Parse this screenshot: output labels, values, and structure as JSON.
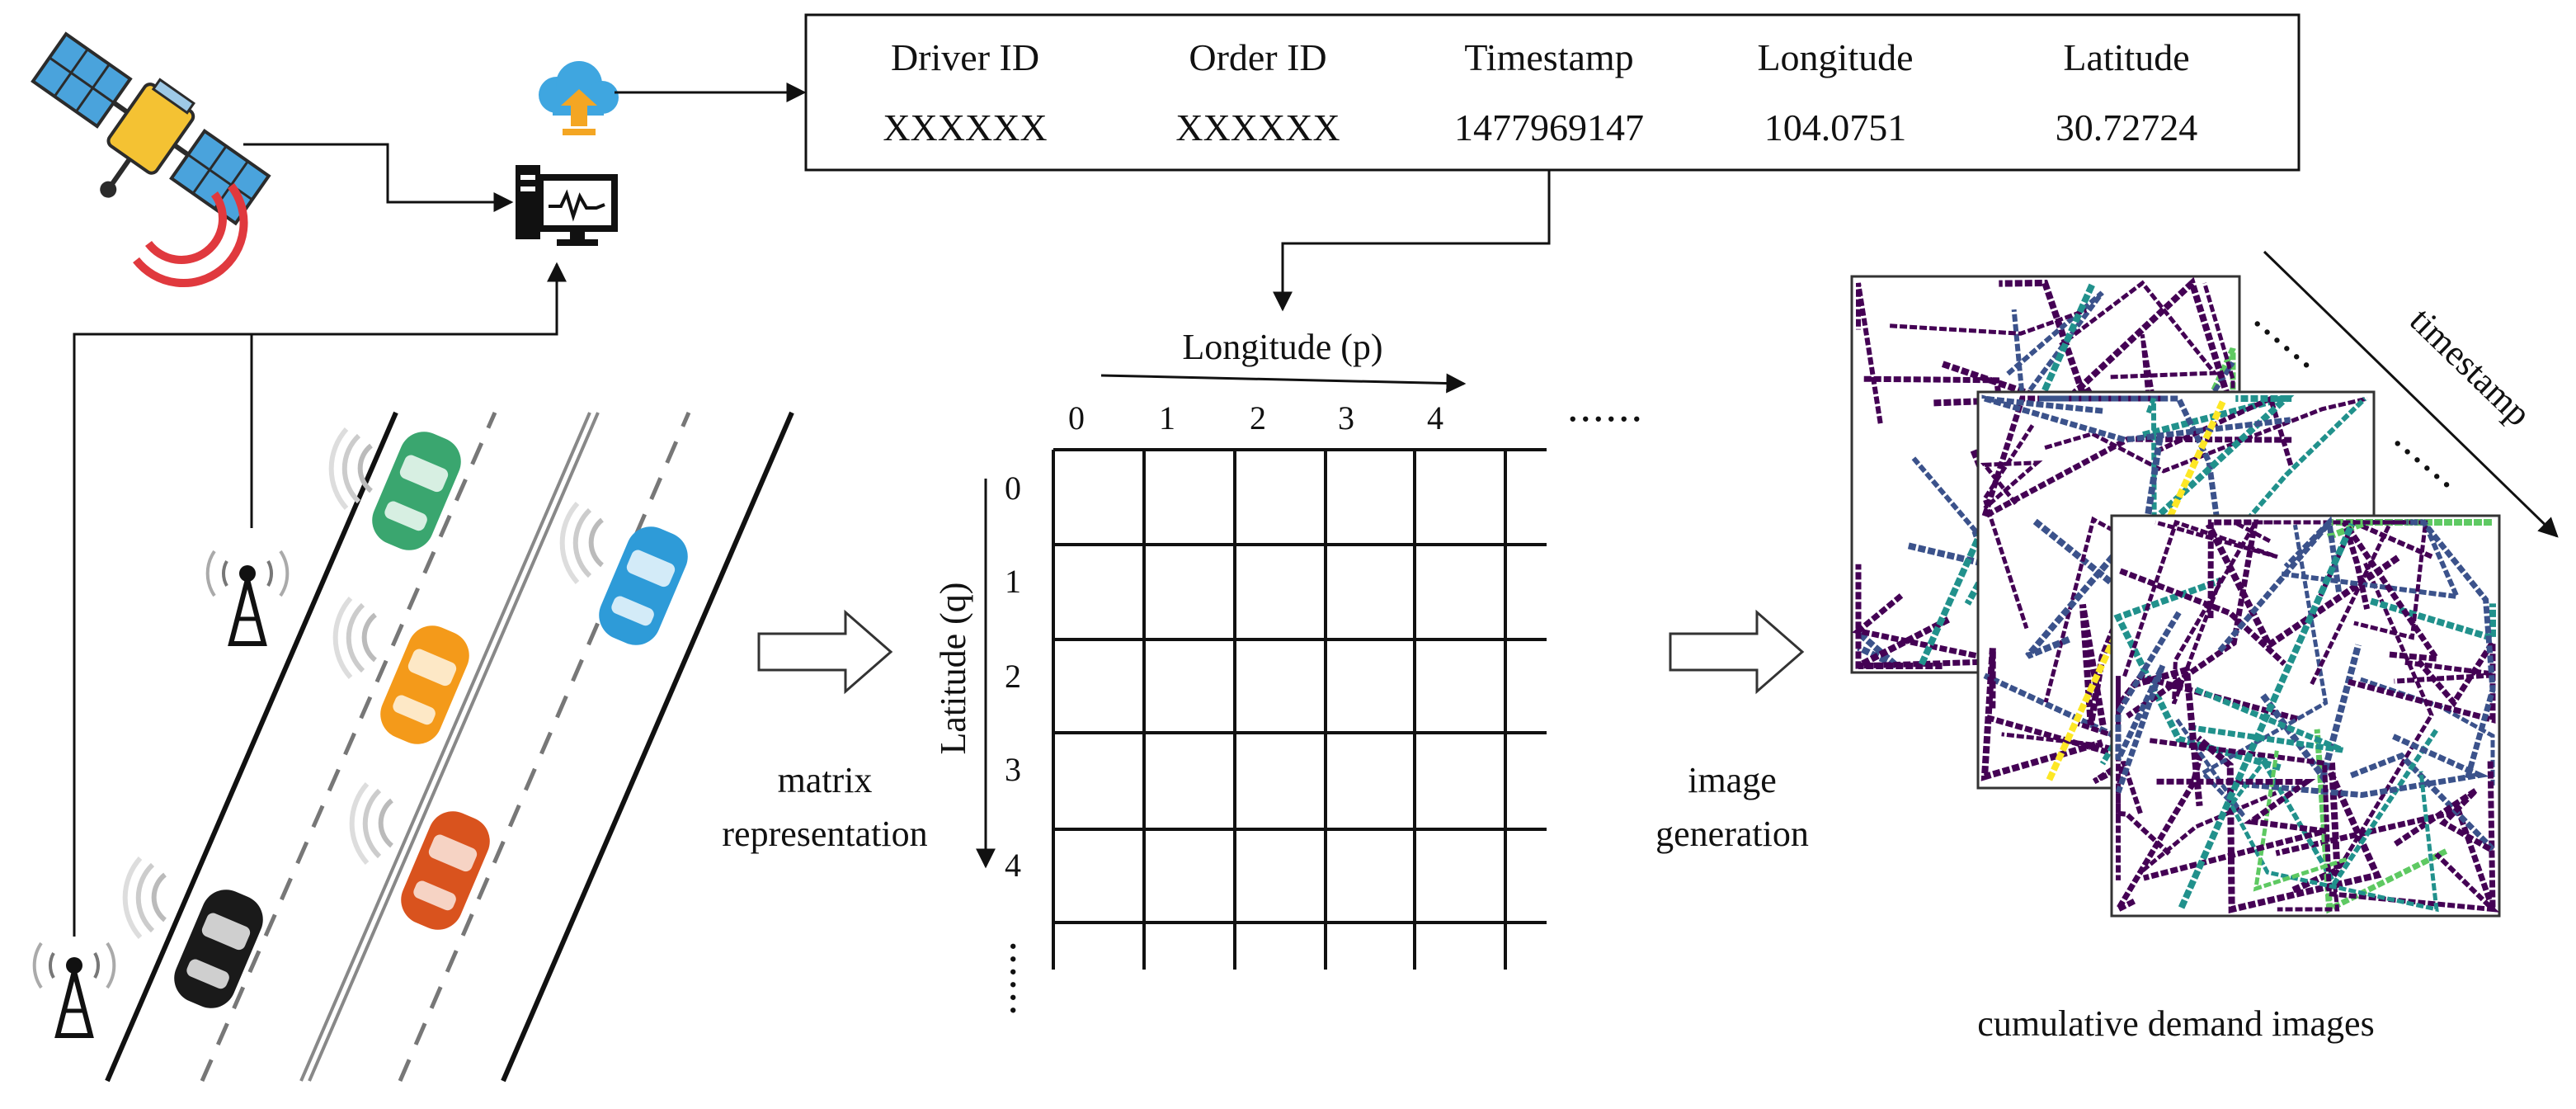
{
  "record_table": {
    "headers": [
      "Driver ID",
      "Order ID",
      "Timestamp",
      "Longitude",
      "Latitude"
    ],
    "values": [
      "XXXXXX",
      "XXXXXX",
      "1477969147",
      "104.0751",
      "30.72724"
    ]
  },
  "matrix": {
    "x_axis_label": "Longitude (p)",
    "y_axis_label": "Latitude (q)",
    "x_ticks": [
      "0",
      "1",
      "2",
      "3",
      "4"
    ],
    "y_ticks": [
      "0",
      "1",
      "2",
      "3",
      "4"
    ],
    "more_cols": "......",
    "more_rows": "......"
  },
  "steps": {
    "matrix_line1": "matrix",
    "matrix_line2": "representation",
    "image_line1": "image",
    "image_line2": "generation"
  },
  "images": {
    "stack_axis_label": "timestamp",
    "caption": "cumulative demand images",
    "colormap": [
      "#440154",
      "#3b528b",
      "#21918c",
      "#5ec962",
      "#fde725"
    ]
  },
  "icons": {
    "satellite": "satellite-icon",
    "cloud": "cloud-upload-icon",
    "monitor": "monitor-icon",
    "tower": "cell-tower-icon",
    "car": "car-icon",
    "signal": "wifi-signal-icon"
  },
  "colors": {
    "car_green": "#3aa66f",
    "car_orange": "#f49a1a",
    "car_blue": "#2e9bd8",
    "car_red": "#d9531e",
    "car_black": "#1a1a1a"
  }
}
